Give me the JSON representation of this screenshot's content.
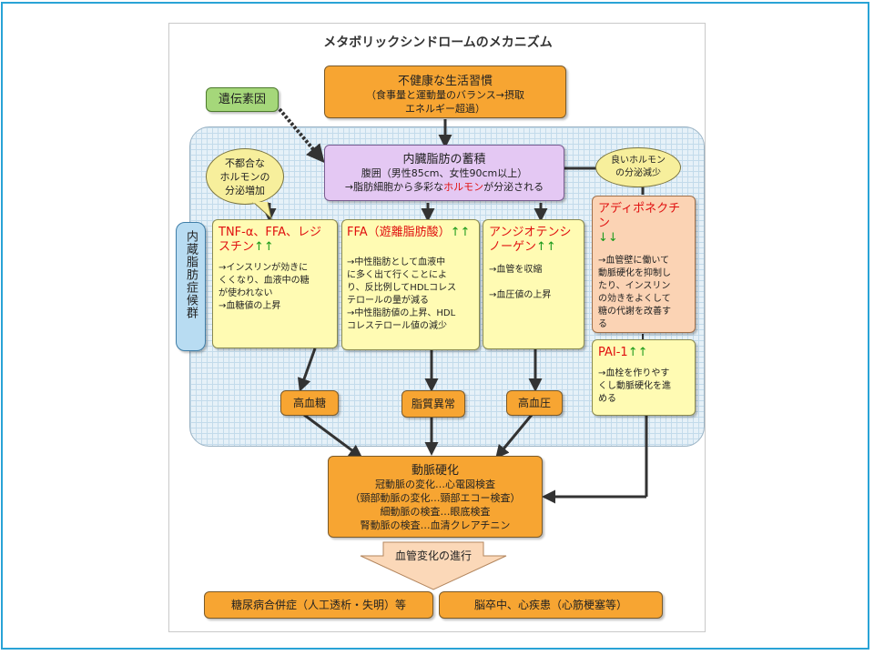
{
  "title": "メタボリックシンドロームのメカニズム",
  "lifestyle": {
    "heading": "不健康な生活習慣",
    "line1": "（食事量と運動量のバランス→摂取",
    "line2": "エネルギー超過）"
  },
  "genetic": {
    "label": "遺伝素因"
  },
  "visceral": {
    "heading": "内臓脂肪の蓄積",
    "line1": "腹囲（男性85cm、女性90cm以上）",
    "line2_pre": "→脂肪細胞から多彩な",
    "line2_red": "ホルモン",
    "line2_post": "が分泌される"
  },
  "bubble_bad": {
    "line1": "不都合な",
    "line2": "ホルモンの",
    "line3": "分泌増加"
  },
  "bubble_good": {
    "line1": "良いホルモン",
    "line2": "の分泌減少"
  },
  "syndrome_label": "内蔵脂肪症候群",
  "tnf": {
    "title_red": "TNF-α、FFA、レジスチン",
    "title_arrows": "↑↑",
    "body1": "→インスリンが効きに",
    "body2": "くくなり、血液中の糖",
    "body3": "が使われない",
    "body4": "→血糖値の上昇"
  },
  "ffa": {
    "title_red": "FFA（遊離脂肪酸）",
    "title_arrows": "↑↑",
    "body1": "→中性脂肪として血液中",
    "body2": "に多く出て行くことによ",
    "body3": "り、反比例してHDLコレス",
    "body4": "テロールの量が減る",
    "body5": "→中性脂肪値の上昇、HDL",
    "body6": "コレステロール値の減少"
  },
  "angio": {
    "title_red": "アンジオテンシノーゲン",
    "title_arrows": "↑↑",
    "body1": "→血管を収縮",
    "body2": "→血圧値の上昇"
  },
  "adipo": {
    "title_red": "アディポネクチン",
    "title_arrows": "↓↓",
    "body1": "→血管壁に働いて",
    "body2": "動脈硬化を抑制し",
    "body3": "たり、インスリン",
    "body4": "の効きをよくして",
    "body5": "糖の代謝を改善す",
    "body6": "る"
  },
  "pai": {
    "title_red": "PAI-1",
    "title_arrows": "↑↑",
    "body1": "→血栓を作りやす",
    "body2": "くし動脈硬化を進",
    "body3": "める"
  },
  "outcomes": {
    "glucose": "高血糖",
    "lipid": "脂質異常",
    "pressure": "高血圧"
  },
  "atherosclerosis": {
    "heading": "動脈硬化",
    "line1": "冠動脈の変化…心電図検査",
    "line2": "（頸部動脈の変化…頸部エコー検査）",
    "line3": "細動脈の検査…眼底検査",
    "line4": "腎動脈の検査…血清クレアチニン"
  },
  "progression": {
    "label": "血管変化の進行"
  },
  "final": {
    "diabetes": "糖尿病合併症（人工透析・失明）等",
    "stroke": "脳卒中、心疾患（心筋梗塞等）"
  },
  "colors": {
    "frame": "#29a3d6",
    "orange": "#f7a532",
    "yellow": "#fffbb3",
    "peach": "#fbd3b4",
    "purple": "#e4c8f3",
    "green": "#a5d77a",
    "red_text": "#e01010"
  }
}
